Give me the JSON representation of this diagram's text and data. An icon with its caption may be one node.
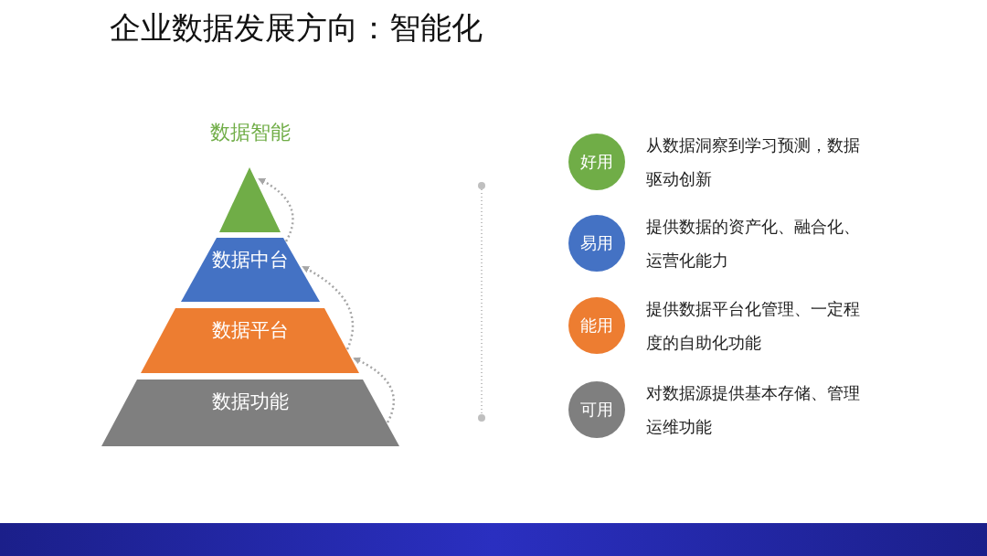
{
  "diagram": {
    "title": "企业数据发展方向：智能化",
    "nodes": [
      {
        "text": [
          "数据智能"
        ]
      },
      {
        "text": [
          "数据中台"
        ]
      },
      {
        "text": [
          "数据平台"
        ]
      },
      {
        "text": [
          "数据功能"
        ]
      },
      {
        "text": [
          "好用"
        ],
        "beside": [
          "从数据洞察到学习预测，数据驱动创新"
        ]
      },
      {
        "text": [
          "易用"
        ],
        "beside": [
          "提供数据的资产化、融合化、运营化能力"
        ]
      },
      {
        "text": [
          "能用"
        ],
        "beside": [
          "提供数据平台化管理、一定程度的自助化功能"
        ]
      },
      {
        "text": [
          "可用"
        ],
        "beside": [
          "对数据源提供基本存储、管理运维功能"
        ]
      }
    ],
    "edges": [
      {
        "from": 3,
        "to": 2,
        "arrow": "to",
        "style": "dashed"
      },
      {
        "from": 2,
        "to": 1,
        "arrow": "to",
        "style": "dashed"
      },
      {
        "from": 1,
        "to": 0,
        "arrow": "to",
        "style": "dashed"
      }
    ]
  }
}
